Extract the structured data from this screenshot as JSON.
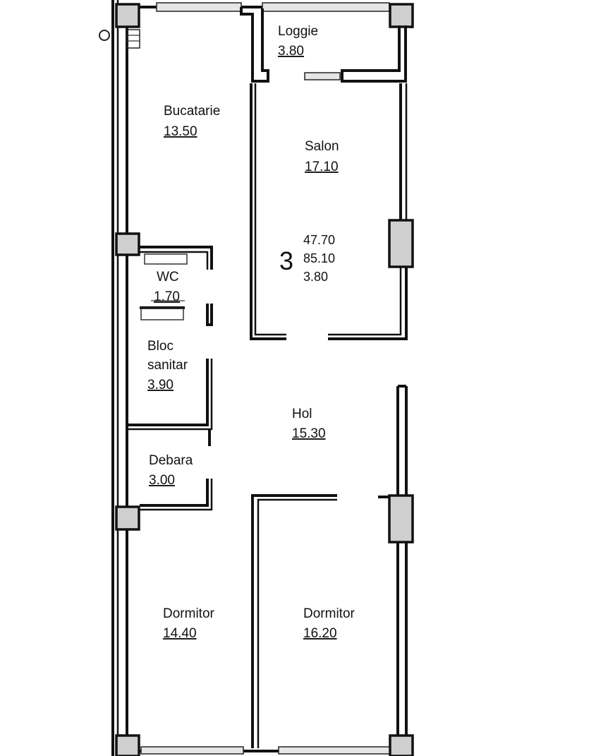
{
  "plan": {
    "apartment_number": "3",
    "totals": [
      "47.70",
      "85.10",
      "3.80"
    ],
    "rooms": {
      "loggie": {
        "name": "Loggie",
        "area": "3.80"
      },
      "bucatarie": {
        "name": "Bucatarie",
        "area": "13.50"
      },
      "salon": {
        "name": "Salon",
        "area": "17.10"
      },
      "wc": {
        "name": "WC",
        "area": "1.70"
      },
      "bloc": {
        "name_line1": "Bloc",
        "name_line2": "sanitar",
        "area": "3.90"
      },
      "hol": {
        "name": "Hol",
        "area": "15.30"
      },
      "debara": {
        "name": "Debara",
        "area": "3.00"
      },
      "dormitor1": {
        "name": "Dormitor",
        "area": "14.40"
      },
      "dormitor2": {
        "name": "Dormitor",
        "area": "16.20"
      }
    }
  }
}
